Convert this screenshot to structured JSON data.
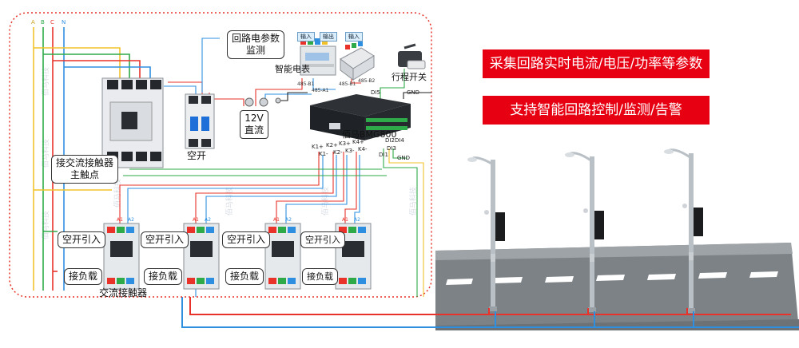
{
  "colors": {
    "accent_red": "#e60012",
    "wire_red": "#e8322a",
    "wire_blue": "#2e8fe0",
    "wire_green": "#2faa48",
    "wire_yellow": "#f2c22b",
    "border_dotted": "#e8322a"
  },
  "phase_labels": [
    "A",
    "B",
    "C",
    "N"
  ],
  "labels": {
    "main_contact": "接交流接触器\n主触点",
    "air_switch": "空开",
    "loop_params": "回路电参数\n监测",
    "smart_meter": "智能电表",
    "dc_power": "12V\n直流",
    "travel_switch": "行程开关",
    "device_name": "佰马BMG800",
    "input_1": "输入",
    "output_1": "输出",
    "input_2": "输入",
    "gnd_top": "GND",
    "gnd_bottom": "GND",
    "di5": "DI5",
    "rs485_b1": "485-B1",
    "rs485_a1": "485-A1",
    "rs485_b1_right": "485-B1",
    "rs485_b2": "485-B2",
    "relay_k1p": "K1+",
    "relay_k1n": "K1-",
    "relay_k2p": "K2+",
    "relay_k2n": "K2-",
    "relay_k3p": "K3+",
    "relay_k3n": "K3-",
    "relay_k4p": "K4+",
    "relay_k4n": "K4-",
    "di1": "DI1",
    "di2": "DI2",
    "di3": "DI3",
    "di4": "DI4",
    "contactor_caption": "交流接触器",
    "a1": "A1",
    "a2": "A2"
  },
  "contactor_labels": [
    {
      "top": "空开引入",
      "bottom": "接负载"
    },
    {
      "top": "空开引入",
      "bottom": "接负载"
    },
    {
      "top": "空开引入",
      "bottom": "接负载"
    },
    {
      "top": "空开引入",
      "bottom": "接负载"
    }
  ],
  "banners": [
    {
      "text": "采集回路实时电流/电压/功率等参数"
    },
    {
      "text": "支持智能回路控制/监测/告警"
    }
  ],
  "watermark": "佰马科技"
}
